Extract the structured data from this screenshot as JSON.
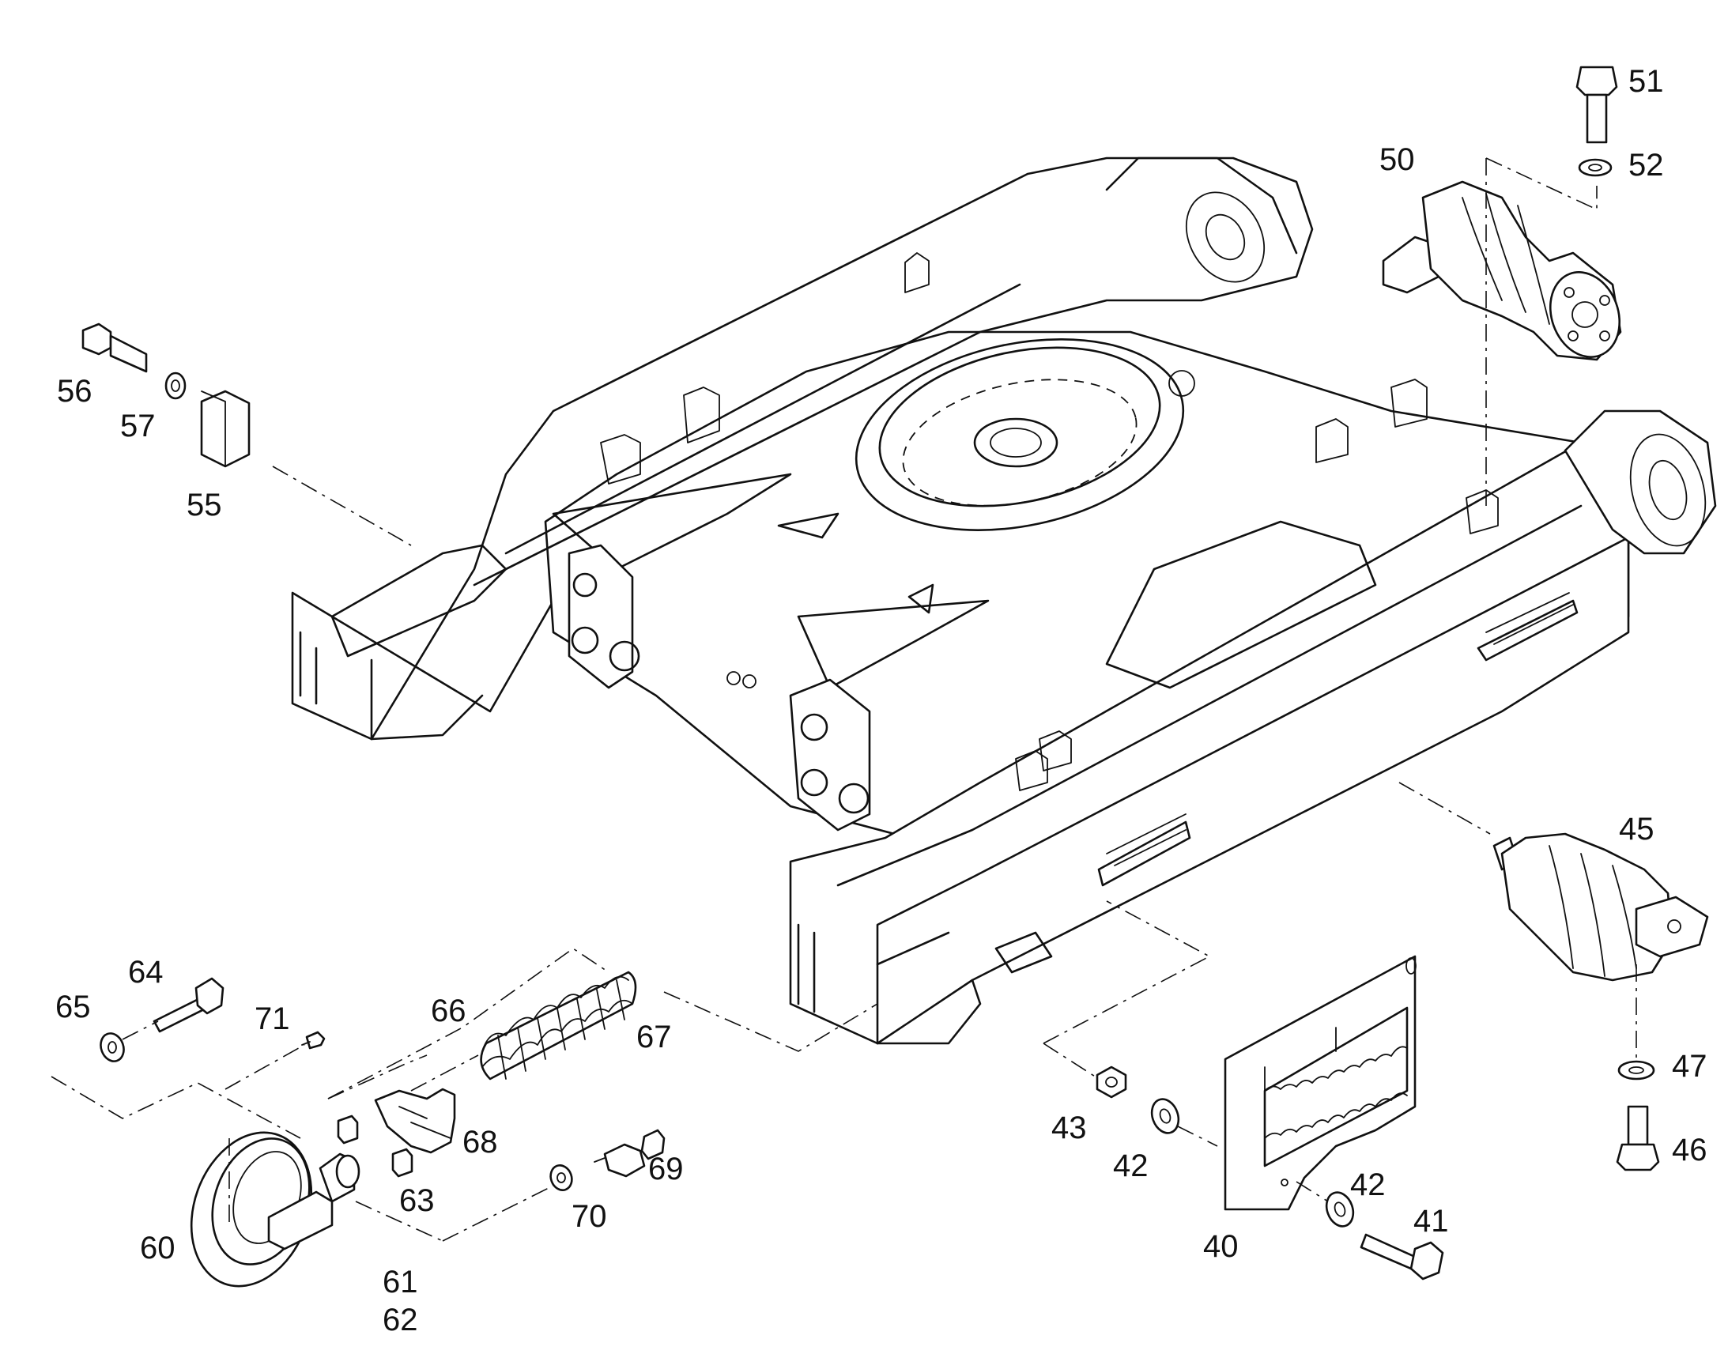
{
  "callouts": {
    "c40": "40",
    "c41": "41",
    "c42a": "42",
    "c42b": "42",
    "c43": "43",
    "c45": "45",
    "c46": "46",
    "c47": "47",
    "c50": "50",
    "c51": "51",
    "c52": "52",
    "c55": "55",
    "c56": "56",
    "c57": "57",
    "c60": "60",
    "c61": "61",
    "c62": "62",
    "c63": "63",
    "c64": "64",
    "c65": "65",
    "c66": "66",
    "c67": "67",
    "c68": "68",
    "c69": "69",
    "c70": "70",
    "c71": "71"
  }
}
